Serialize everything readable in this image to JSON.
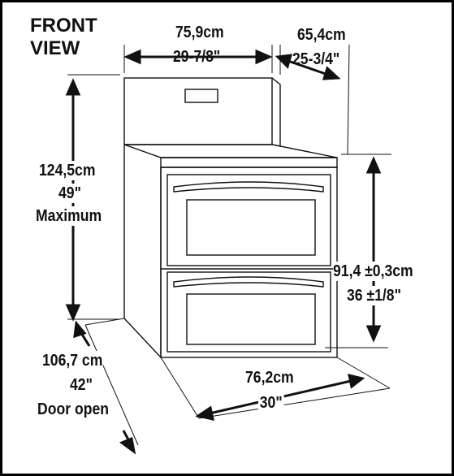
{
  "title": {
    "line1": "FRONT",
    "line2": "VIEW"
  },
  "dimensions": {
    "width": {
      "metric": "75,9cm",
      "imperial": "29-7/8\""
    },
    "depth": {
      "metric": "65,4cm",
      "imperial": "25-3/4\""
    },
    "height_max": {
      "metric": "124,5cm",
      "imperial": "49\"",
      "note": "Maximum"
    },
    "cooktop_height": {
      "metric": "91,4 ±0,3cm",
      "imperial": "36 ±1/8\""
    },
    "door_open_depth": {
      "metric": "106,7 cm",
      "imperial": "42\"",
      "note": "Door open"
    },
    "floor_width": {
      "metric": "76,2cm",
      "imperial": "30\""
    }
  },
  "colors": {
    "line": "#111111",
    "background": "#ffffff"
  }
}
